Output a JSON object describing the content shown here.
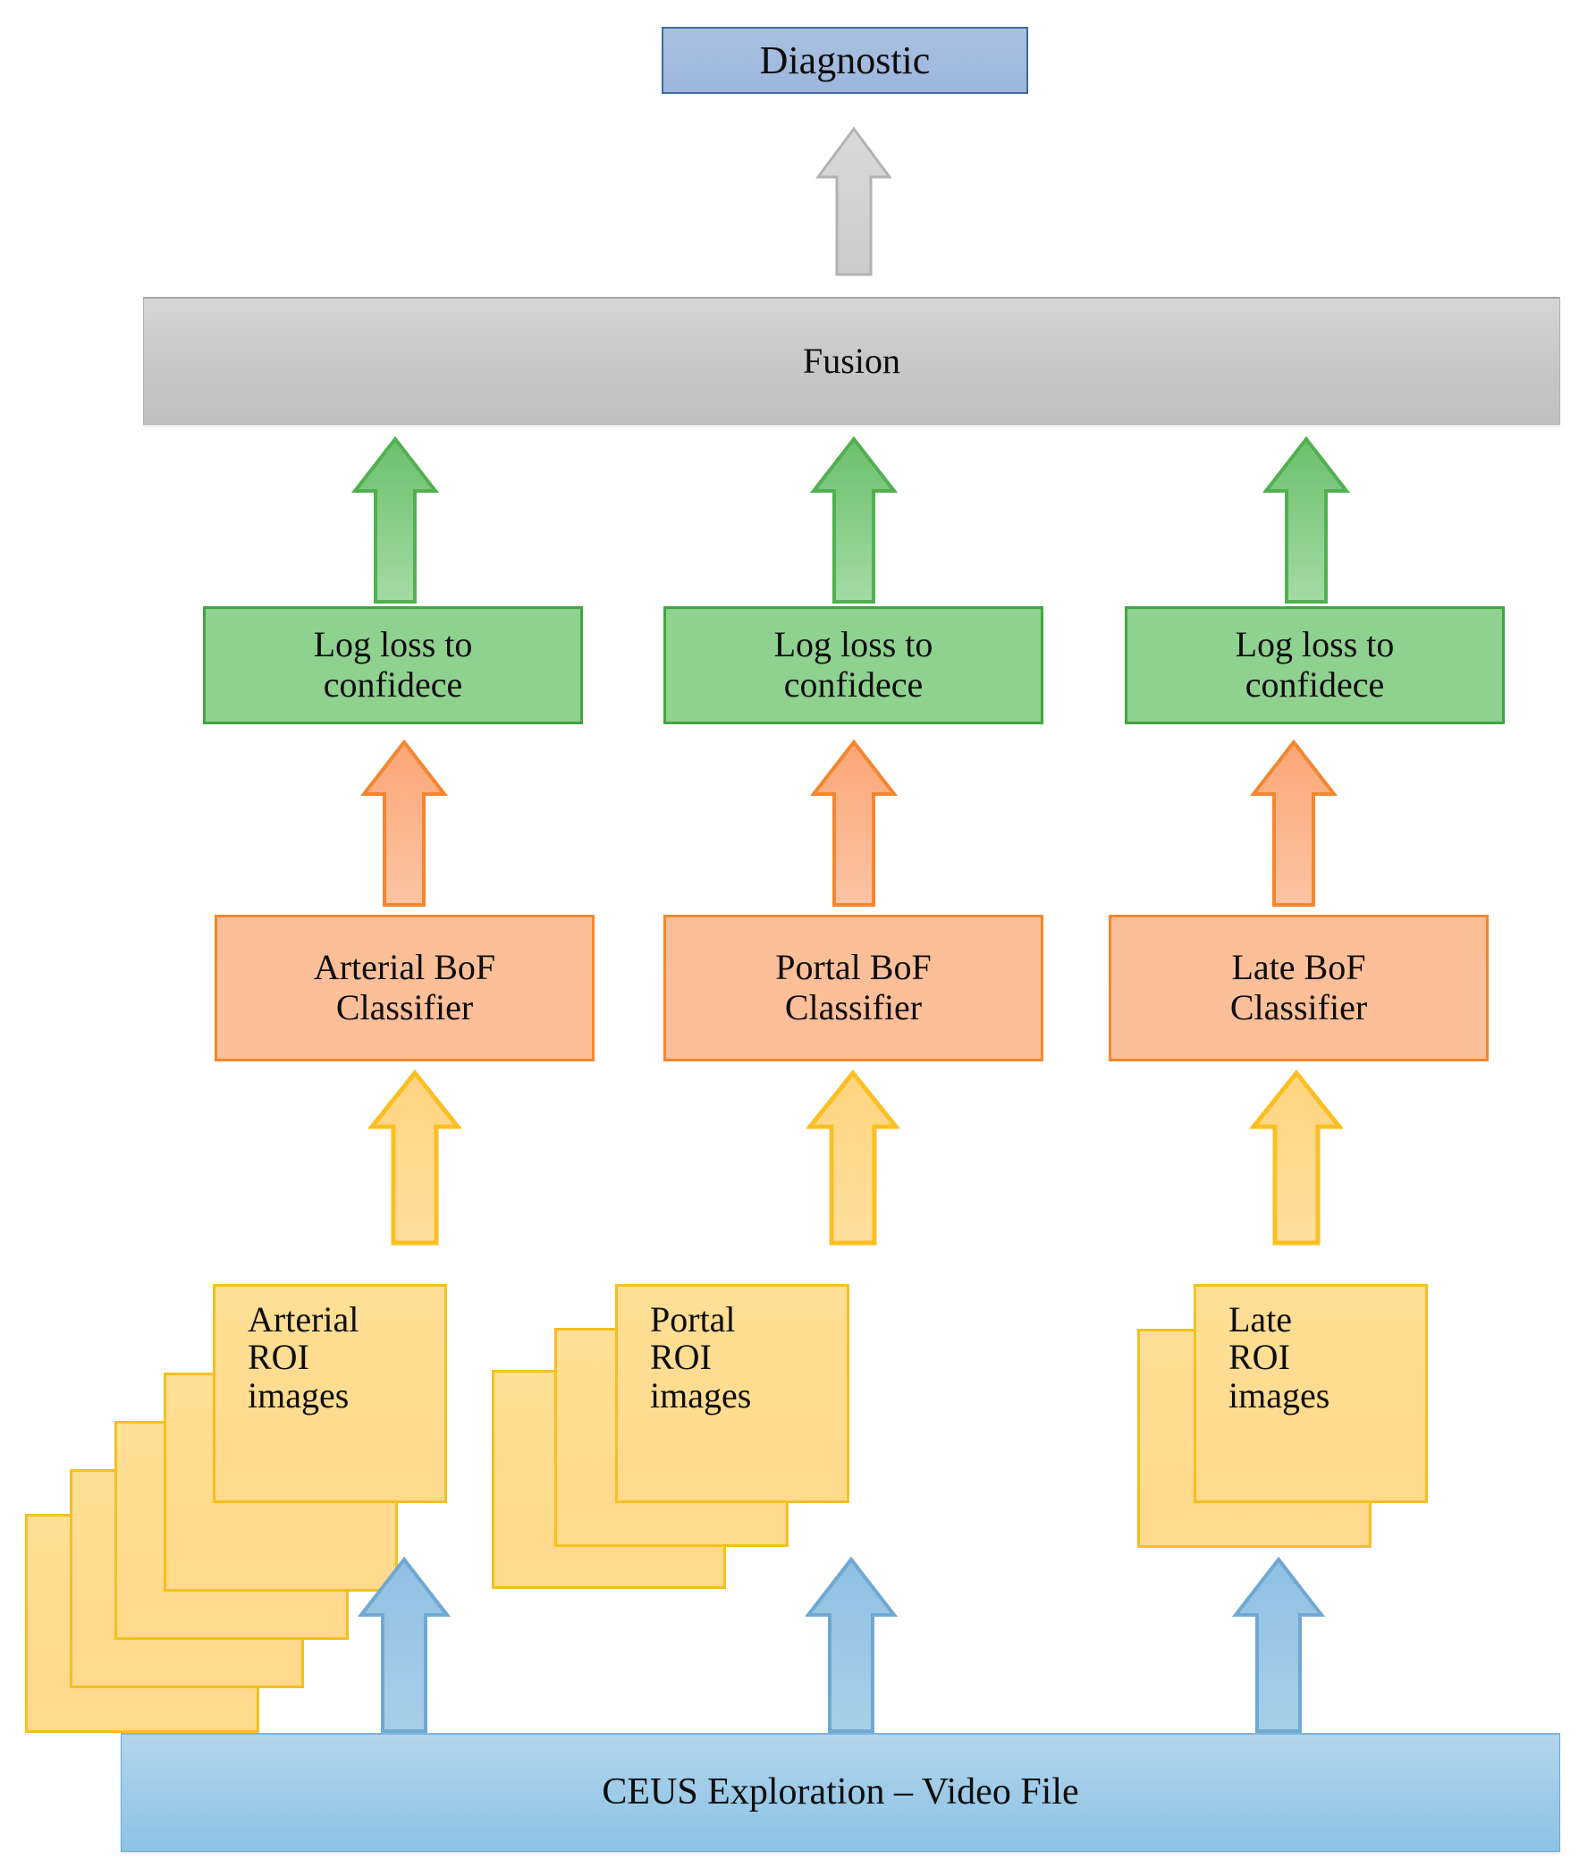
{
  "diagram": {
    "title": "CEUS multi-phase BoF classification and fusion pipeline",
    "type": "flowchart",
    "colors": {
      "diagnostic_fill": "#a9c0e0",
      "diagnostic_border": "#40699f",
      "fusion_fill": "#c9c9c9",
      "fusion_border": "#a6a6a6",
      "green_fill": "#8fd18f",
      "green_border": "#3fa63f",
      "orange_fill": "#fbbf98",
      "orange_border": "#f4862f",
      "yellow_fill": "#ffdb8e",
      "yellow_border": "#f5c020",
      "blue_fill": "#9ccbe8",
      "blue_border": "#6aaad8",
      "grey_arrow_fill": "#d0d0d0",
      "grey_arrow_border": "#b0b0b0"
    },
    "nodes": {
      "diagnostic": "Diagnostic",
      "fusion": "Fusion",
      "ceus_source": "CEUS Exploration – Video File"
    },
    "columns": [
      {
        "id": "arterial",
        "confidence_label": "Log loss to\nconfidece",
        "classifier_label": "Arterial BoF\nClassifier",
        "roi_label": "Arterial\nROI\nimages",
        "roi_card_count": 5
      },
      {
        "id": "portal",
        "confidence_label": "Log loss to\nconfidece",
        "classifier_label": "Portal BoF\nClassifier",
        "roi_label": "Portal\nROI\nimages",
        "roi_card_count": 3
      },
      {
        "id": "late",
        "confidence_label": "Log loss to\nconfidece",
        "classifier_label": "Late BoF\nClassifier",
        "roi_label": "Late\nROI\nimages",
        "roi_card_count": 2
      }
    ],
    "arrows": [
      {
        "name": "fusion-to-diagnostic-arrow",
        "color": "grey"
      },
      {
        "name": "confidence-to-fusion-arrow",
        "color": "green"
      },
      {
        "name": "classifier-to-confidence-arrow",
        "color": "orange"
      },
      {
        "name": "roi-to-classifier-arrow",
        "color": "yellow"
      },
      {
        "name": "video-to-roi-arrow",
        "color": "blue"
      }
    ]
  }
}
